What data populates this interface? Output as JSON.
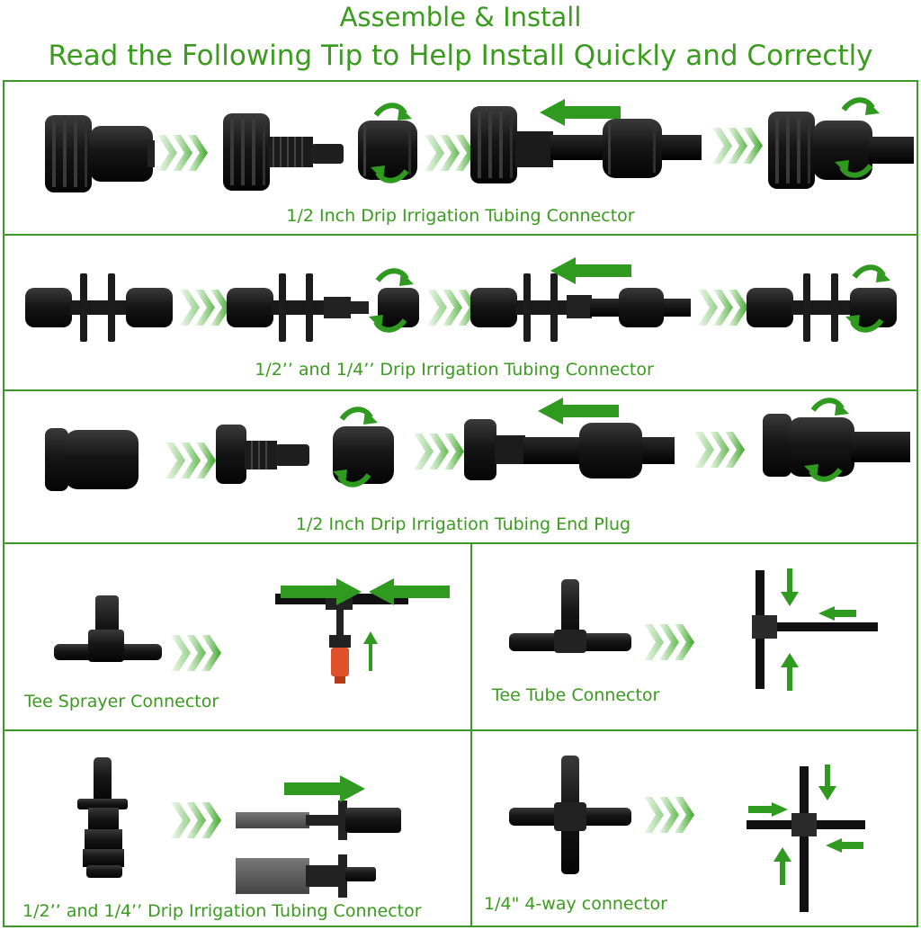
{
  "header": {
    "title": "Assemble & Install",
    "subtitle": "Read the Following Tip to Help Install Quickly and Correctly"
  },
  "panels": {
    "row1": {
      "caption": "1/2 Inch Drip Irrigation Tubing Connector"
    },
    "row2": {
      "caption": "1/2’’ and 1/4’’ Drip Irrigation Tubing Connector"
    },
    "row3": {
      "caption": "1/2 Inch Drip Irrigation Tubing End Plug"
    },
    "tee_sprayer": {
      "caption": "Tee Sprayer Connector"
    },
    "tee_tube": {
      "caption": "Tee Tube Connector"
    },
    "reducer": {
      "caption": "1/2’’ and 1/4’’ Drip Irrigation Tubing Connector"
    },
    "four_way": {
      "caption": "1/4\" 4-way connector"
    }
  },
  "colors": {
    "brand_green": "#3a9b1e",
    "arrow_green": "#2f9a1f",
    "part_black": "#161616",
    "nozzle_orange": "#e0502a"
  }
}
